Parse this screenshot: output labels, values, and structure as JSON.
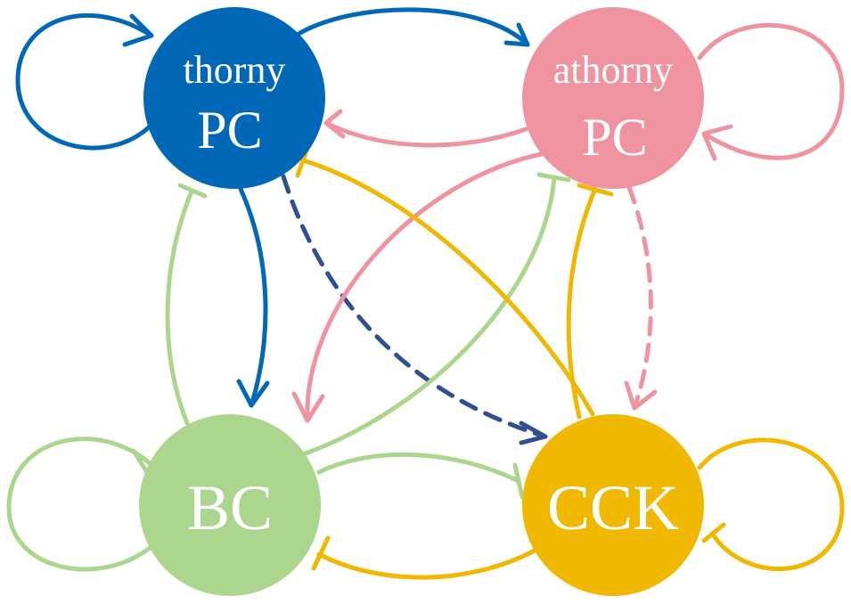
{
  "nodes": {
    "thorny_pc": {
      "line1": "thorny",
      "line2": "PC",
      "color": "#0068b7"
    },
    "athorny_pc": {
      "line1": "athorny",
      "line2": "PC",
      "color": "#ee939f"
    },
    "bc": {
      "label": "BC",
      "color": "#acd68e"
    },
    "cck": {
      "label": "CCK",
      "color": "#f0b800"
    }
  },
  "edges": [
    {
      "from": "thorny PC",
      "to": "thorny PC",
      "type": "activation",
      "style": "solid"
    },
    {
      "from": "thorny PC",
      "to": "athorny PC",
      "type": "activation",
      "style": "solid"
    },
    {
      "from": "thorny PC",
      "to": "BC",
      "type": "activation",
      "style": "solid"
    },
    {
      "from": "thorny PC",
      "to": "CCK",
      "type": "activation",
      "style": "dashed"
    },
    {
      "from": "athorny PC",
      "to": "athorny PC",
      "type": "activation",
      "style": "solid"
    },
    {
      "from": "athorny PC",
      "to": "thorny PC",
      "type": "activation",
      "style": "solid"
    },
    {
      "from": "athorny PC",
      "to": "BC",
      "type": "activation",
      "style": "solid"
    },
    {
      "from": "athorny PC",
      "to": "CCK",
      "type": "activation",
      "style": "dashed"
    },
    {
      "from": "BC",
      "to": "BC",
      "type": "inhibition",
      "style": "solid"
    },
    {
      "from": "BC",
      "to": "thorny PC",
      "type": "inhibition",
      "style": "solid"
    },
    {
      "from": "BC",
      "to": "athorny PC",
      "type": "inhibition",
      "style": "solid"
    },
    {
      "from": "BC",
      "to": "CCK",
      "type": "inhibition",
      "style": "solid"
    },
    {
      "from": "CCK",
      "to": "CCK",
      "type": "inhibition",
      "style": "solid"
    },
    {
      "from": "CCK",
      "to": "thorny PC",
      "type": "inhibition",
      "style": "solid"
    },
    {
      "from": "CCK",
      "to": "athorny PC",
      "type": "inhibition",
      "style": "solid"
    },
    {
      "from": "CCK",
      "to": "BC",
      "type": "inhibition",
      "style": "solid"
    }
  ],
  "dashed_edge_color": "#2f4f8f"
}
